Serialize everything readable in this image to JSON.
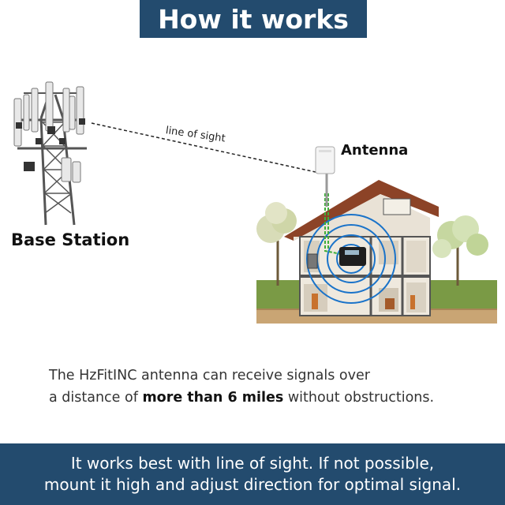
{
  "header": {
    "title": "How it works"
  },
  "diagram": {
    "base_station_label": "Base Station",
    "line_of_sight_label": "line of sight",
    "antenna_label": "Antenna"
  },
  "description": {
    "line1": "The HzFitINC antenna can receive signals over",
    "line2_prefix": "a distance of ",
    "line2_bold": "more than 6 miles",
    "line2_suffix": " without obstructions."
  },
  "footer": {
    "line1": "It works best with line of sight. If not possible,",
    "line2": "mount it high and adjust direction for optimal signal."
  },
  "colors": {
    "banner": "#234b6e",
    "signal_waves": "#1a73c9",
    "roof": "#9b4a2c",
    "ground": "#6d8f3a"
  }
}
